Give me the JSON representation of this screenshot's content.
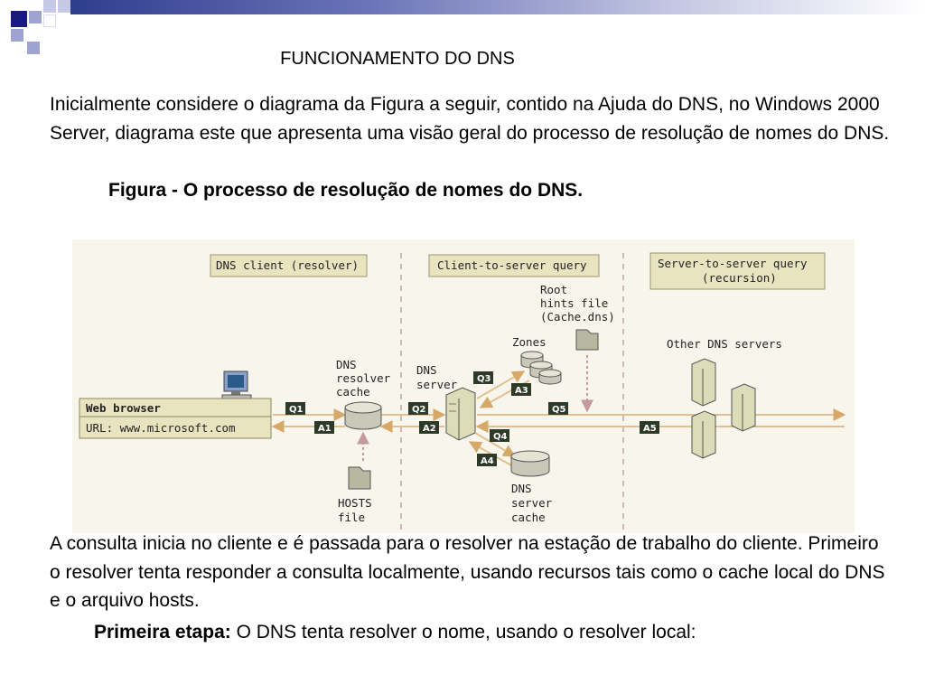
{
  "slide": {
    "title": "FUNCIONAMENTO DO DNS",
    "intro": "Inicialmente considere o diagrama da Figura a seguir, contido na Ajuda do DNS, no Windows 2000 Server, diagrama este que apresenta uma visão geral do processo de resolução de nomes do DNS.",
    "figure_caption": "Figura - O processo de resolução de nomes do DNS.",
    "explanation": "A consulta inicia no cliente e é passada para o resolver na estação de trabalho do cliente. Primeiro o resolver tenta responder a consulta localmente, usando recursos tais como o cache local do DNS e o arquivo hosts.",
    "step_label": "Primeira etapa:",
    "step_text": " O DNS tenta resolver o nome, usando o resolver local:"
  },
  "diagram": {
    "section_client": "DNS client (resolver)",
    "section_query": "Client-to-server query",
    "section_recursion_1": "Server-to-server query",
    "section_recursion_2": "(recursion)",
    "web_browser": "Web browser",
    "url": "URL: www.microsoft.com",
    "resolver_cache": [
      "DNS",
      "resolver",
      "cache"
    ],
    "hosts_file": [
      "HOSTS",
      "file"
    ],
    "dns_server": [
      "DNS",
      "server"
    ],
    "zones": "Zones",
    "root_hints": [
      "Root",
      "hints file",
      "(Cache.dns)"
    ],
    "server_cache": [
      "DNS",
      "server",
      "cache"
    ],
    "other_servers": "Other DNS servers",
    "tags": {
      "q1": "Q1",
      "a1": "A1",
      "q2": "Q2",
      "a2": "A2",
      "q3": "Q3",
      "a3": "A3",
      "q4": "Q4",
      "a4": "A4",
      "q5": "Q5",
      "a5": "A5"
    }
  },
  "colors": {
    "diagram_bg": "#f8f6ec",
    "label_box": "#e9e4c0",
    "tag": "#2d3a28",
    "arrow": "#e0c090",
    "dashed": "#d0b8b8",
    "server": "#dcdcb8"
  }
}
